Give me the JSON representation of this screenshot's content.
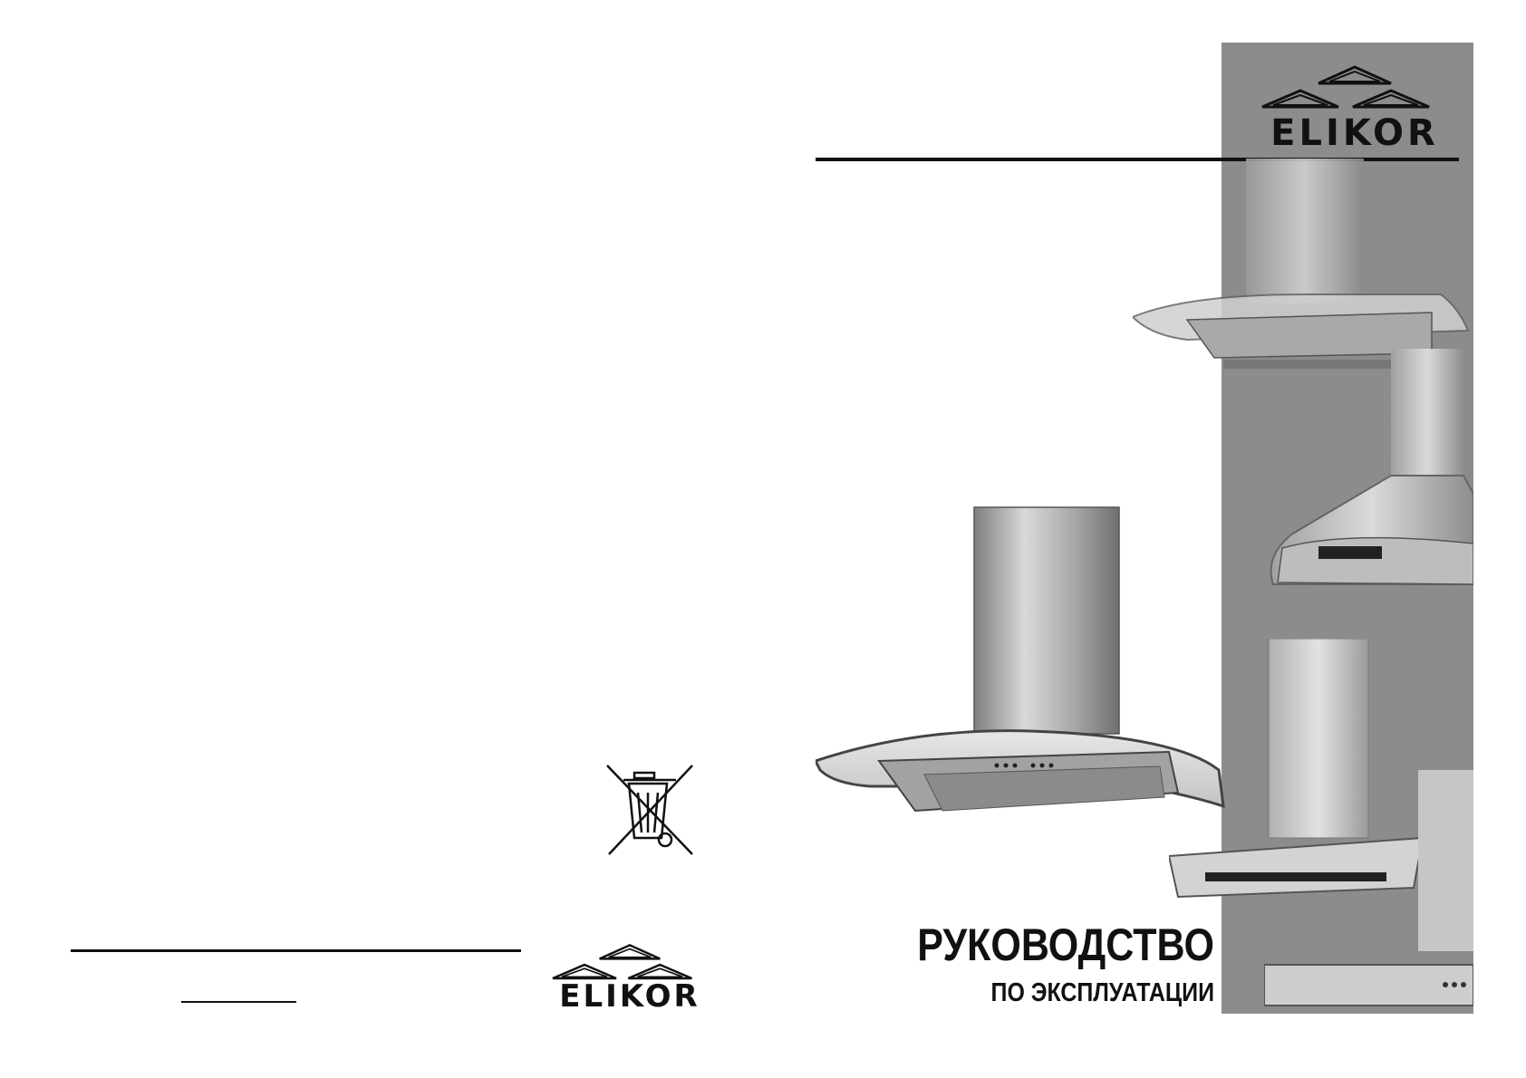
{
  "brand": {
    "name": "ELIKOR"
  },
  "cover": {
    "title": "РУКОВОДСТВО",
    "subtitle": "ПО ЭКСПЛУАТАЦИИ"
  },
  "icons": {
    "recycling": "crossed-out-wheelie-bin-icon",
    "brand_logo": "roof-triangles-logo-icon"
  },
  "colors": {
    "panel_grey": "#8c8c8c",
    "ink": "#111111",
    "steel": "#b8b8b8"
  }
}
